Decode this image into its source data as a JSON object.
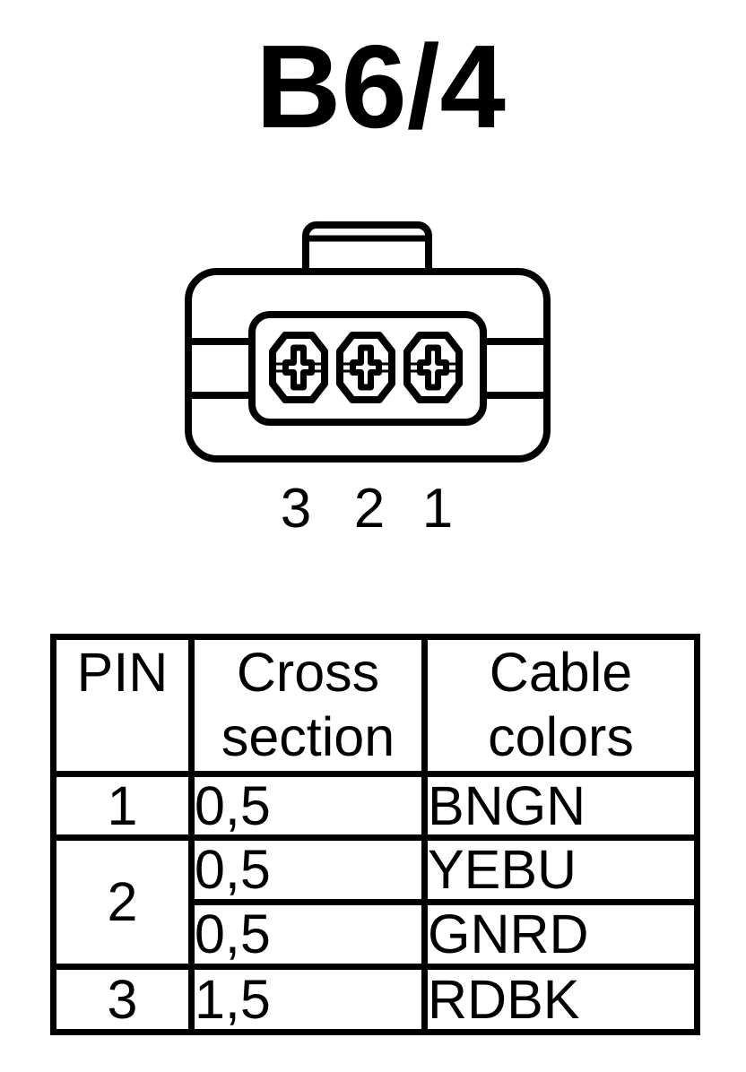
{
  "title": "B6/4",
  "connector": {
    "description": "3-pin female connector, front view",
    "pin_labels": [
      "3",
      "2",
      "1"
    ]
  },
  "table": {
    "headers": [
      "PIN",
      "Cross section",
      "Cable colors"
    ],
    "rows": [
      {
        "pin": "1",
        "cross": "0,5",
        "color": "BNGN"
      },
      {
        "pin": "2",
        "cross": "0,5",
        "color": "YEBU"
      },
      {
        "cross": "0,5",
        "color": "GNRD"
      },
      {
        "pin": "3",
        "cross": "1,5",
        "color": "RDBK"
      }
    ]
  },
  "colors": {
    "ink": "#000000",
    "background": "#ffffff"
  }
}
